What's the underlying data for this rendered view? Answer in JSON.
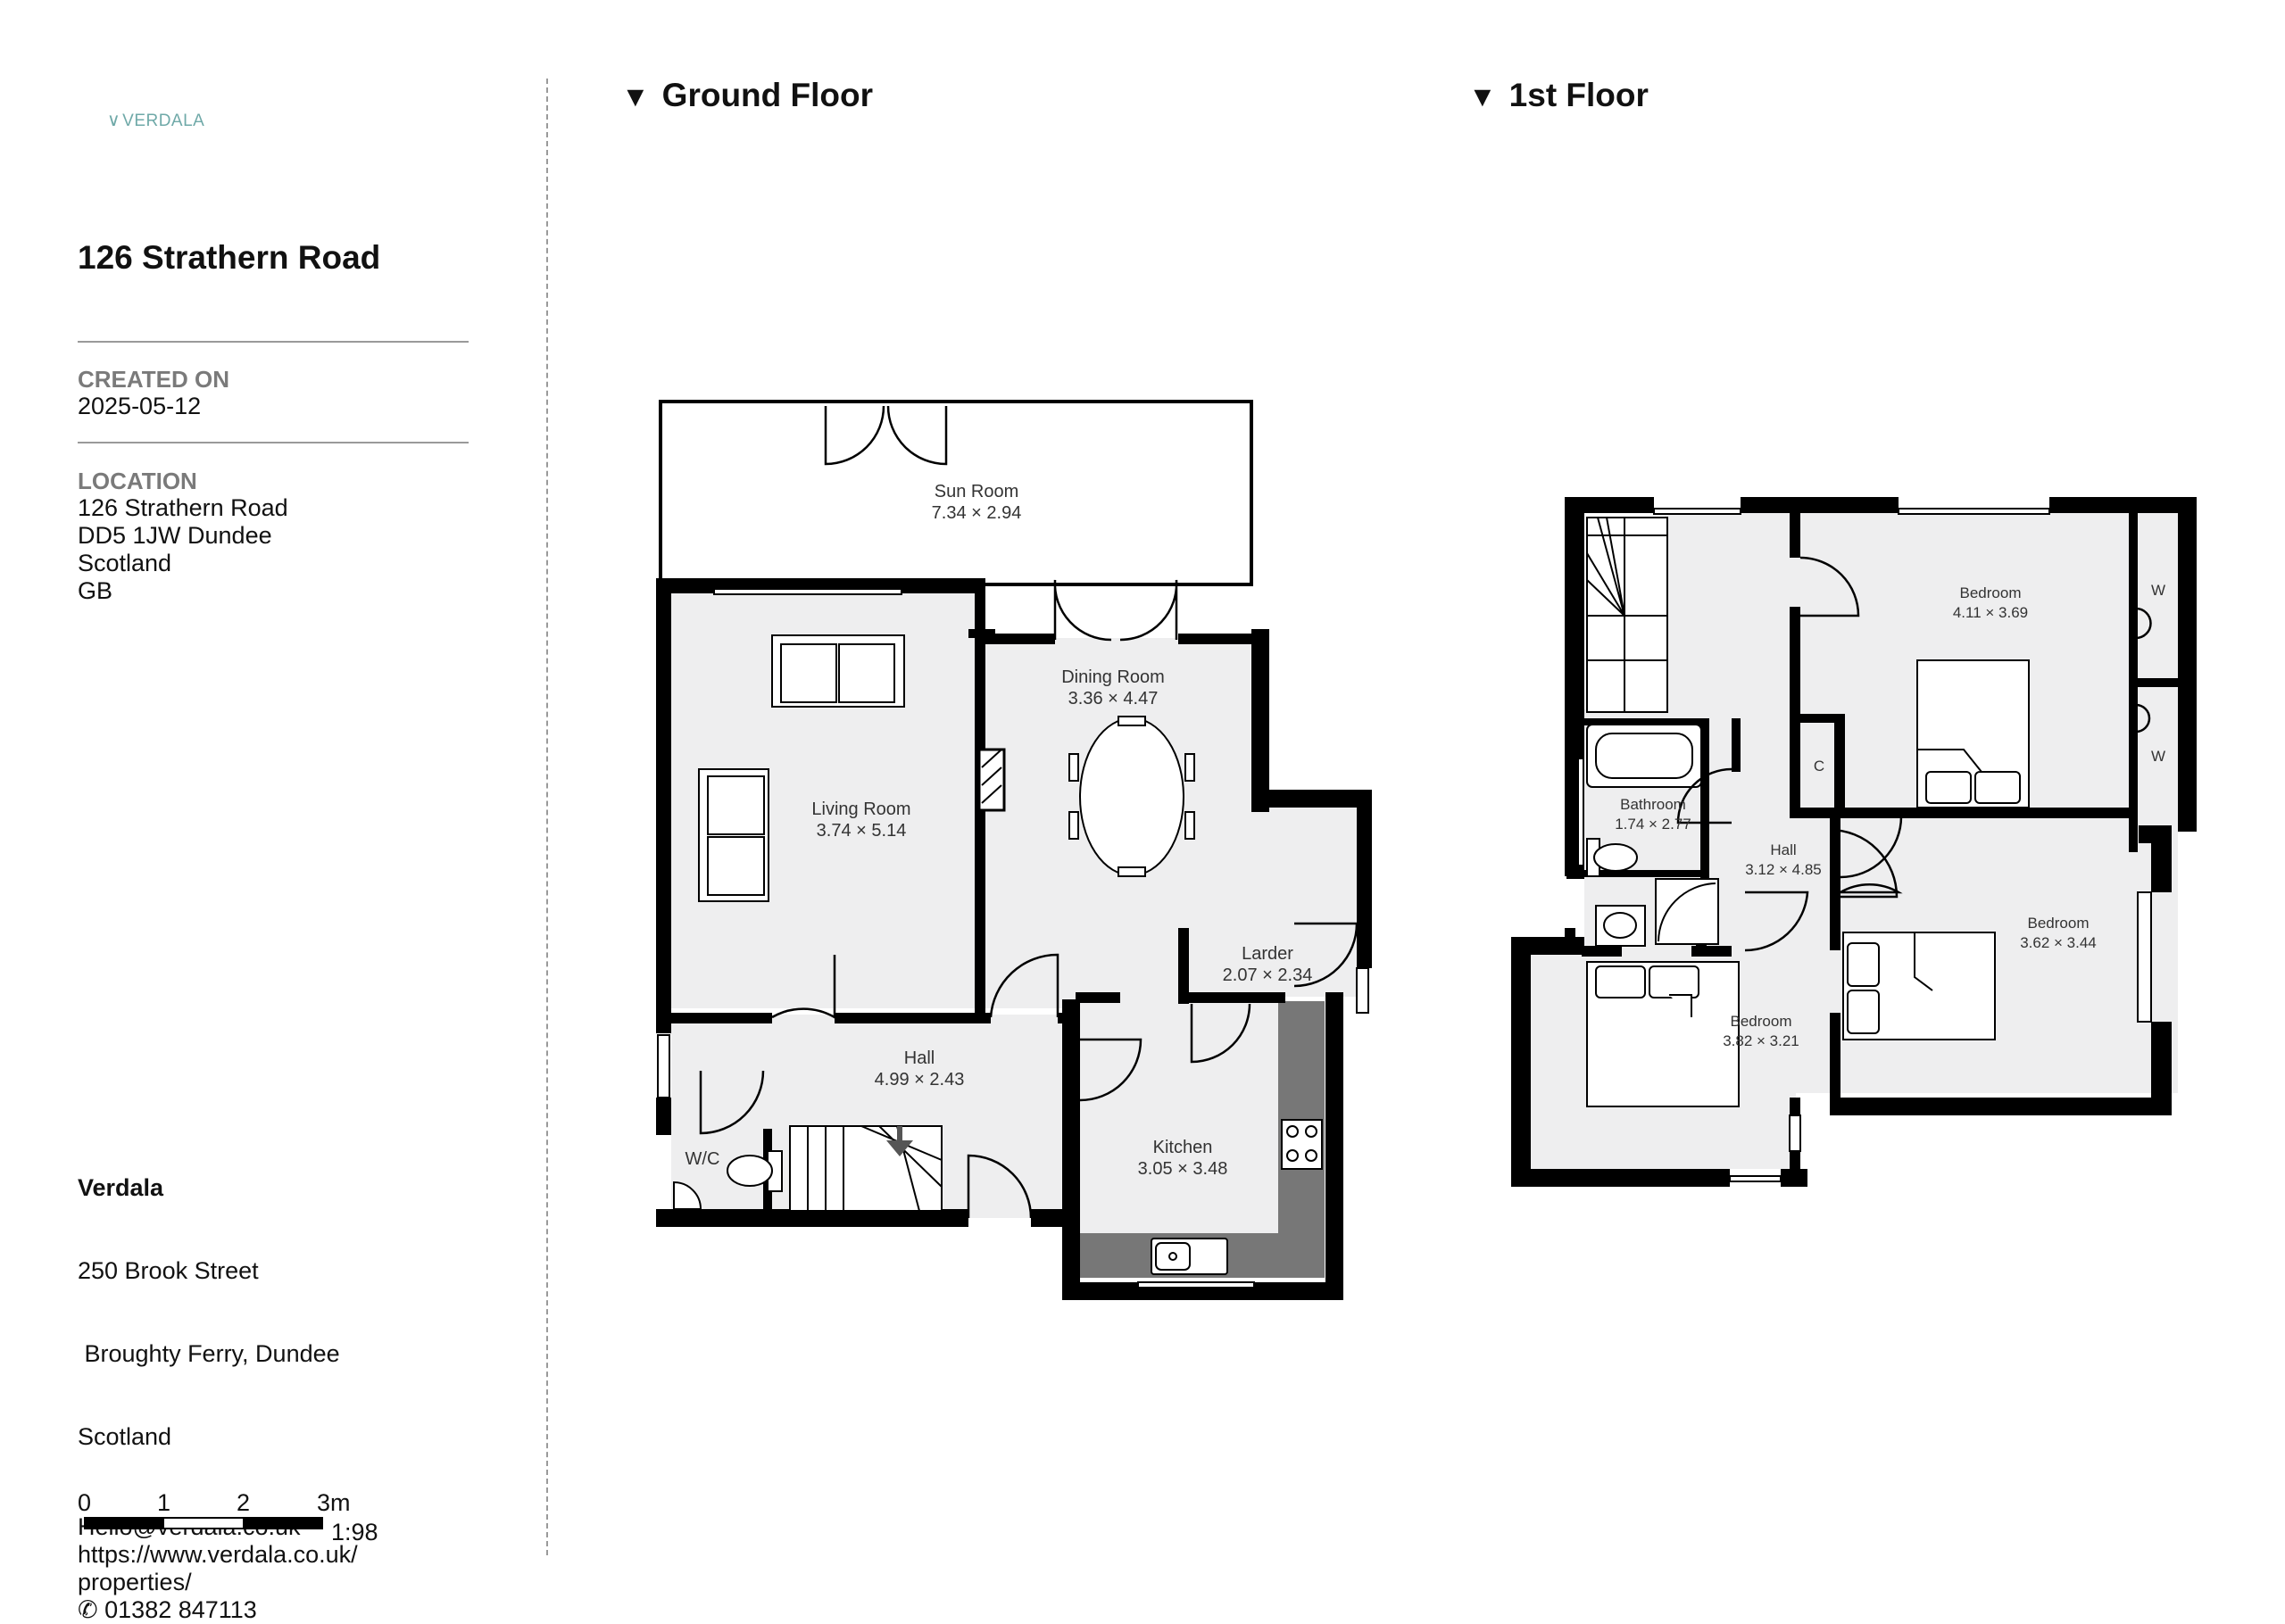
{
  "brand": {
    "logo_text": "VERDALA"
  },
  "property": {
    "title": "126 Strathern Road"
  },
  "created": {
    "label": "CREATED ON",
    "value": "2025-05-12"
  },
  "location": {
    "label": "LOCATION",
    "lines": [
      "126 Strathern Road",
      "DD5 1JW Dundee",
      "Scotland",
      "GB"
    ]
  },
  "company": {
    "name": "Verdala",
    "address": [
      "250 Brook Street",
      " Broughty Ferry, Dundee",
      "Scotland"
    ],
    "email": "Hello@verdala.co.uk",
    "website": [
      "https://www.verdala.co.uk/",
      "properties/"
    ],
    "phone": "01382 847113"
  },
  "scale": {
    "ticks": [
      "0",
      "1",
      "2",
      "3m"
    ],
    "ratio": "1:98"
  },
  "floors": {
    "ground": {
      "title": "Ground Floor",
      "rooms": {
        "sun_room": {
          "name": "Sun Room",
          "dims": "7.34 × 2.94"
        },
        "dining_room": {
          "name": "Dining Room",
          "dims": "3.36 × 4.47"
        },
        "living_room": {
          "name": "Living Room",
          "dims": "3.74 × 5.14"
        },
        "larder": {
          "name": "Larder",
          "dims": "2.07 × 2.34"
        },
        "hall": {
          "name": "Hall",
          "dims": "4.99 × 2.43"
        },
        "kitchen": {
          "name": "Kitchen",
          "dims": "3.05 × 3.48"
        },
        "wc": {
          "name": "W/C"
        }
      }
    },
    "first": {
      "title": "1st Floor",
      "rooms": {
        "bedroom1": {
          "name": "Bedroom",
          "dims": "4.11 × 3.69"
        },
        "bathroom": {
          "name": "Bathroom",
          "dims": "1.74 × 2.77"
        },
        "hall": {
          "name": "Hall",
          "dims": "3.12 × 4.85"
        },
        "bedroom2": {
          "name": "Bedroom",
          "dims": "3.62 × 3.44"
        },
        "bedroom3": {
          "name": "Bedroom",
          "dims": "3.82 × 3.21"
        },
        "cupboard": {
          "name": "C"
        },
        "wardrobe1": {
          "name": "W"
        },
        "wardrobe2": {
          "name": "W"
        }
      }
    }
  },
  "colors": {
    "wall": "#000000",
    "floor": "#eeeeef",
    "worktop": "#777777",
    "accent": "#6fa9a8",
    "muted": "#7a7a7a"
  }
}
